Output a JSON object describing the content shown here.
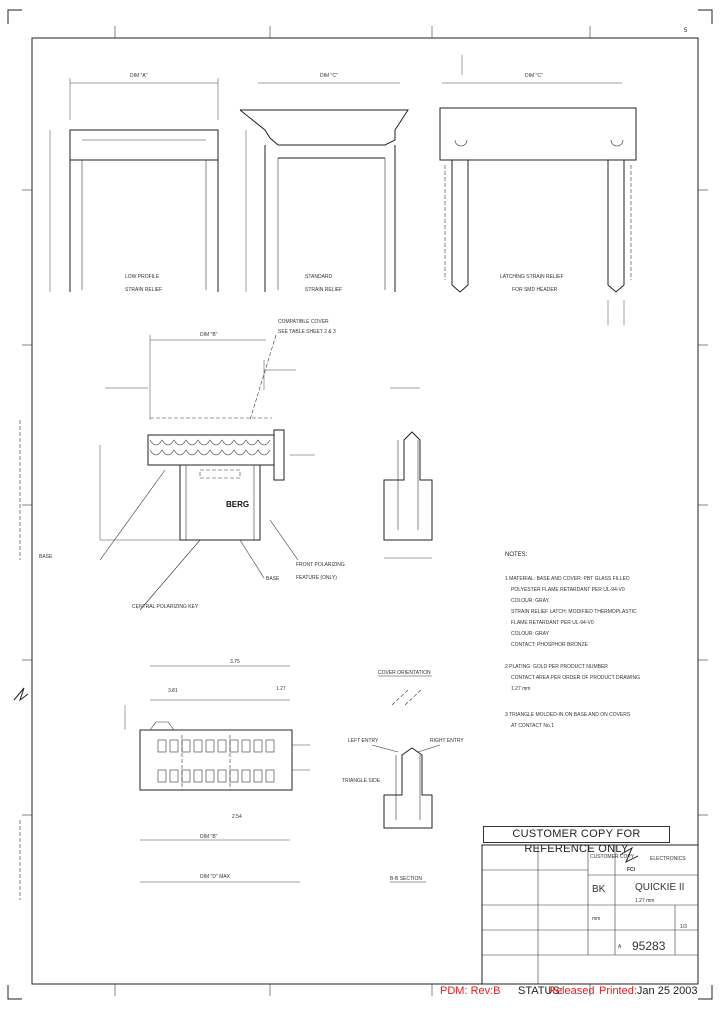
{
  "header": {
    "sheet_marker": "5"
  },
  "side_views": [
    {
      "title": "LOW PROFILE",
      "subtitle": "STRAIN RELIEF",
      "dim_label": "DIM \"A\""
    },
    {
      "title": "STANDARD",
      "subtitle": "STRAIN RELIEF",
      "dim_label": "DIM \"C\""
    },
    {
      "title": "LATCHING STRAIN RELIEF",
      "subtitle": "FOR SMD HEADER",
      "dim_label": "DIM \"C\""
    }
  ],
  "callouts": {
    "compatible_cover": "COMPATIBLE COVER",
    "compatible_cover_sub": "SEE TABLE SHEET 2 & 3",
    "front_polarizing": "FRONT POLARIZING",
    "front_polarizing_sub": "FEATURE (ONLY)",
    "base": "BASE",
    "central_polarizing": "CENTRAL POLARIZING KEY",
    "brand": "BERG",
    "cover_orientation": "COVER ORIENTATION",
    "left_entry": "LEFT ENTRY",
    "right_entry": "RIGHT ENTRY",
    "triangle_side": "TRIANGLE SIDE",
    "section": "B-B SECTION",
    "pitch_a": "3.75",
    "pitch_b": "1.27"
  },
  "notes": {
    "title": "NOTES:",
    "items": [
      "1  MATERIAL: BASE AND COVER: PBT GLASS FILLED POLYESTER FLAME RETARDANT PER UL-94-V0 COLOUR: GRAY. STRAIN RELIEF LATCH: MODIFIED THERMOPLASTIC FLAME RETARDANT PER UL-94-V0 COLOUR: GRAY CONTACT: PHOSPHOR BRONZE",
      "2  PLATING: GOLD PER PRODUCT NUMBER CONTACT AREA PER ORDER OF PRODUCT DRAWING 1.27 mm",
      "3  TRIANGLE MOLDED-IN ON BASE AND ON COVERS AT CONTACT No.1"
    ]
  },
  "title_block": {
    "banner": "CUSTOMER COPY FOR REFERENCE ONLY",
    "customer_copy": "CUSTOMER COPY",
    "company": "ELECTRONICS",
    "logo": "FCI",
    "product": "QUICKIE II",
    "product_sub": "1.27 mm",
    "part_number": "95283",
    "rev_letter": "A",
    "scale_code": "BK",
    "dim_units": "mm",
    "sheet_no": "1/3"
  },
  "footer": {
    "pdm_label": "PDM:",
    "pdm_rev": "Rev:B",
    "status_label": "STATUS:",
    "status_value": "Released",
    "printed_label": "Printed:",
    "printed_value": "Jan 25 2003"
  }
}
